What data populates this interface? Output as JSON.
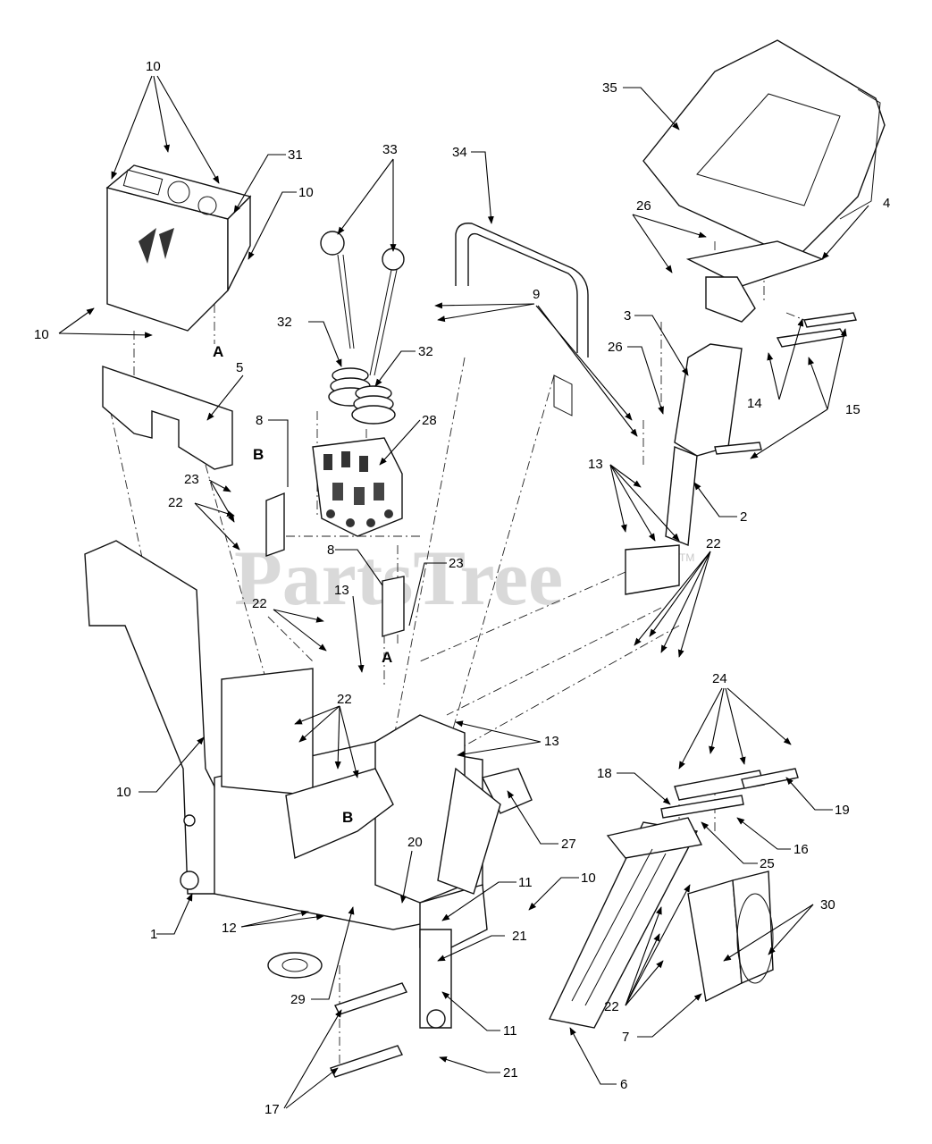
{
  "watermark": {
    "text": "PartsTree",
    "tm": "TM"
  },
  "letters": [
    "A",
    "B",
    "A",
    "B"
  ],
  "callouts": [
    {
      "id": "c10a",
      "text": "10"
    },
    {
      "id": "c31",
      "text": "31"
    },
    {
      "id": "c10b",
      "text": "10"
    },
    {
      "id": "c10c",
      "text": "10"
    },
    {
      "id": "c33",
      "text": "33"
    },
    {
      "id": "c34",
      "text": "34"
    },
    {
      "id": "c35",
      "text": "35"
    },
    {
      "id": "c26a",
      "text": "26"
    },
    {
      "id": "c4",
      "text": "4"
    },
    {
      "id": "c9",
      "text": "9"
    },
    {
      "id": "c3",
      "text": "3"
    },
    {
      "id": "c26b",
      "text": "26"
    },
    {
      "id": "c14",
      "text": "14"
    },
    {
      "id": "c15",
      "text": "15"
    },
    {
      "id": "c5",
      "text": "5"
    },
    {
      "id": "c32a",
      "text": "32"
    },
    {
      "id": "c32b",
      "text": "32"
    },
    {
      "id": "c8a",
      "text": "8"
    },
    {
      "id": "c28",
      "text": "28"
    },
    {
      "id": "c23a",
      "text": "23"
    },
    {
      "id": "c22a",
      "text": "22"
    },
    {
      "id": "c13a",
      "text": "13"
    },
    {
      "id": "c2",
      "text": "2"
    },
    {
      "id": "c22b",
      "text": "22"
    },
    {
      "id": "c8b",
      "text": "8"
    },
    {
      "id": "c23b",
      "text": "23"
    },
    {
      "id": "c22c",
      "text": "22"
    },
    {
      "id": "c13b",
      "text": "13"
    },
    {
      "id": "c22d",
      "text": "22"
    },
    {
      "id": "c13c",
      "text": "13"
    },
    {
      "id": "c24",
      "text": "24"
    },
    {
      "id": "c10d",
      "text": "10"
    },
    {
      "id": "c18",
      "text": "18"
    },
    {
      "id": "c19",
      "text": "19"
    },
    {
      "id": "c27",
      "text": "27"
    },
    {
      "id": "c20",
      "text": "20"
    },
    {
      "id": "c16",
      "text": "16"
    },
    {
      "id": "c25",
      "text": "25"
    },
    {
      "id": "c10e",
      "text": "10"
    },
    {
      "id": "c11a",
      "text": "11"
    },
    {
      "id": "c30",
      "text": "30"
    },
    {
      "id": "c1",
      "text": "1"
    },
    {
      "id": "c12",
      "text": "12"
    },
    {
      "id": "c21a",
      "text": "21"
    },
    {
      "id": "c29",
      "text": "29"
    },
    {
      "id": "c22e",
      "text": "22"
    },
    {
      "id": "c11b",
      "text": "11"
    },
    {
      "id": "c7",
      "text": "7"
    },
    {
      "id": "c21b",
      "text": "21"
    },
    {
      "id": "c6",
      "text": "6"
    },
    {
      "id": "c17",
      "text": "17"
    }
  ]
}
